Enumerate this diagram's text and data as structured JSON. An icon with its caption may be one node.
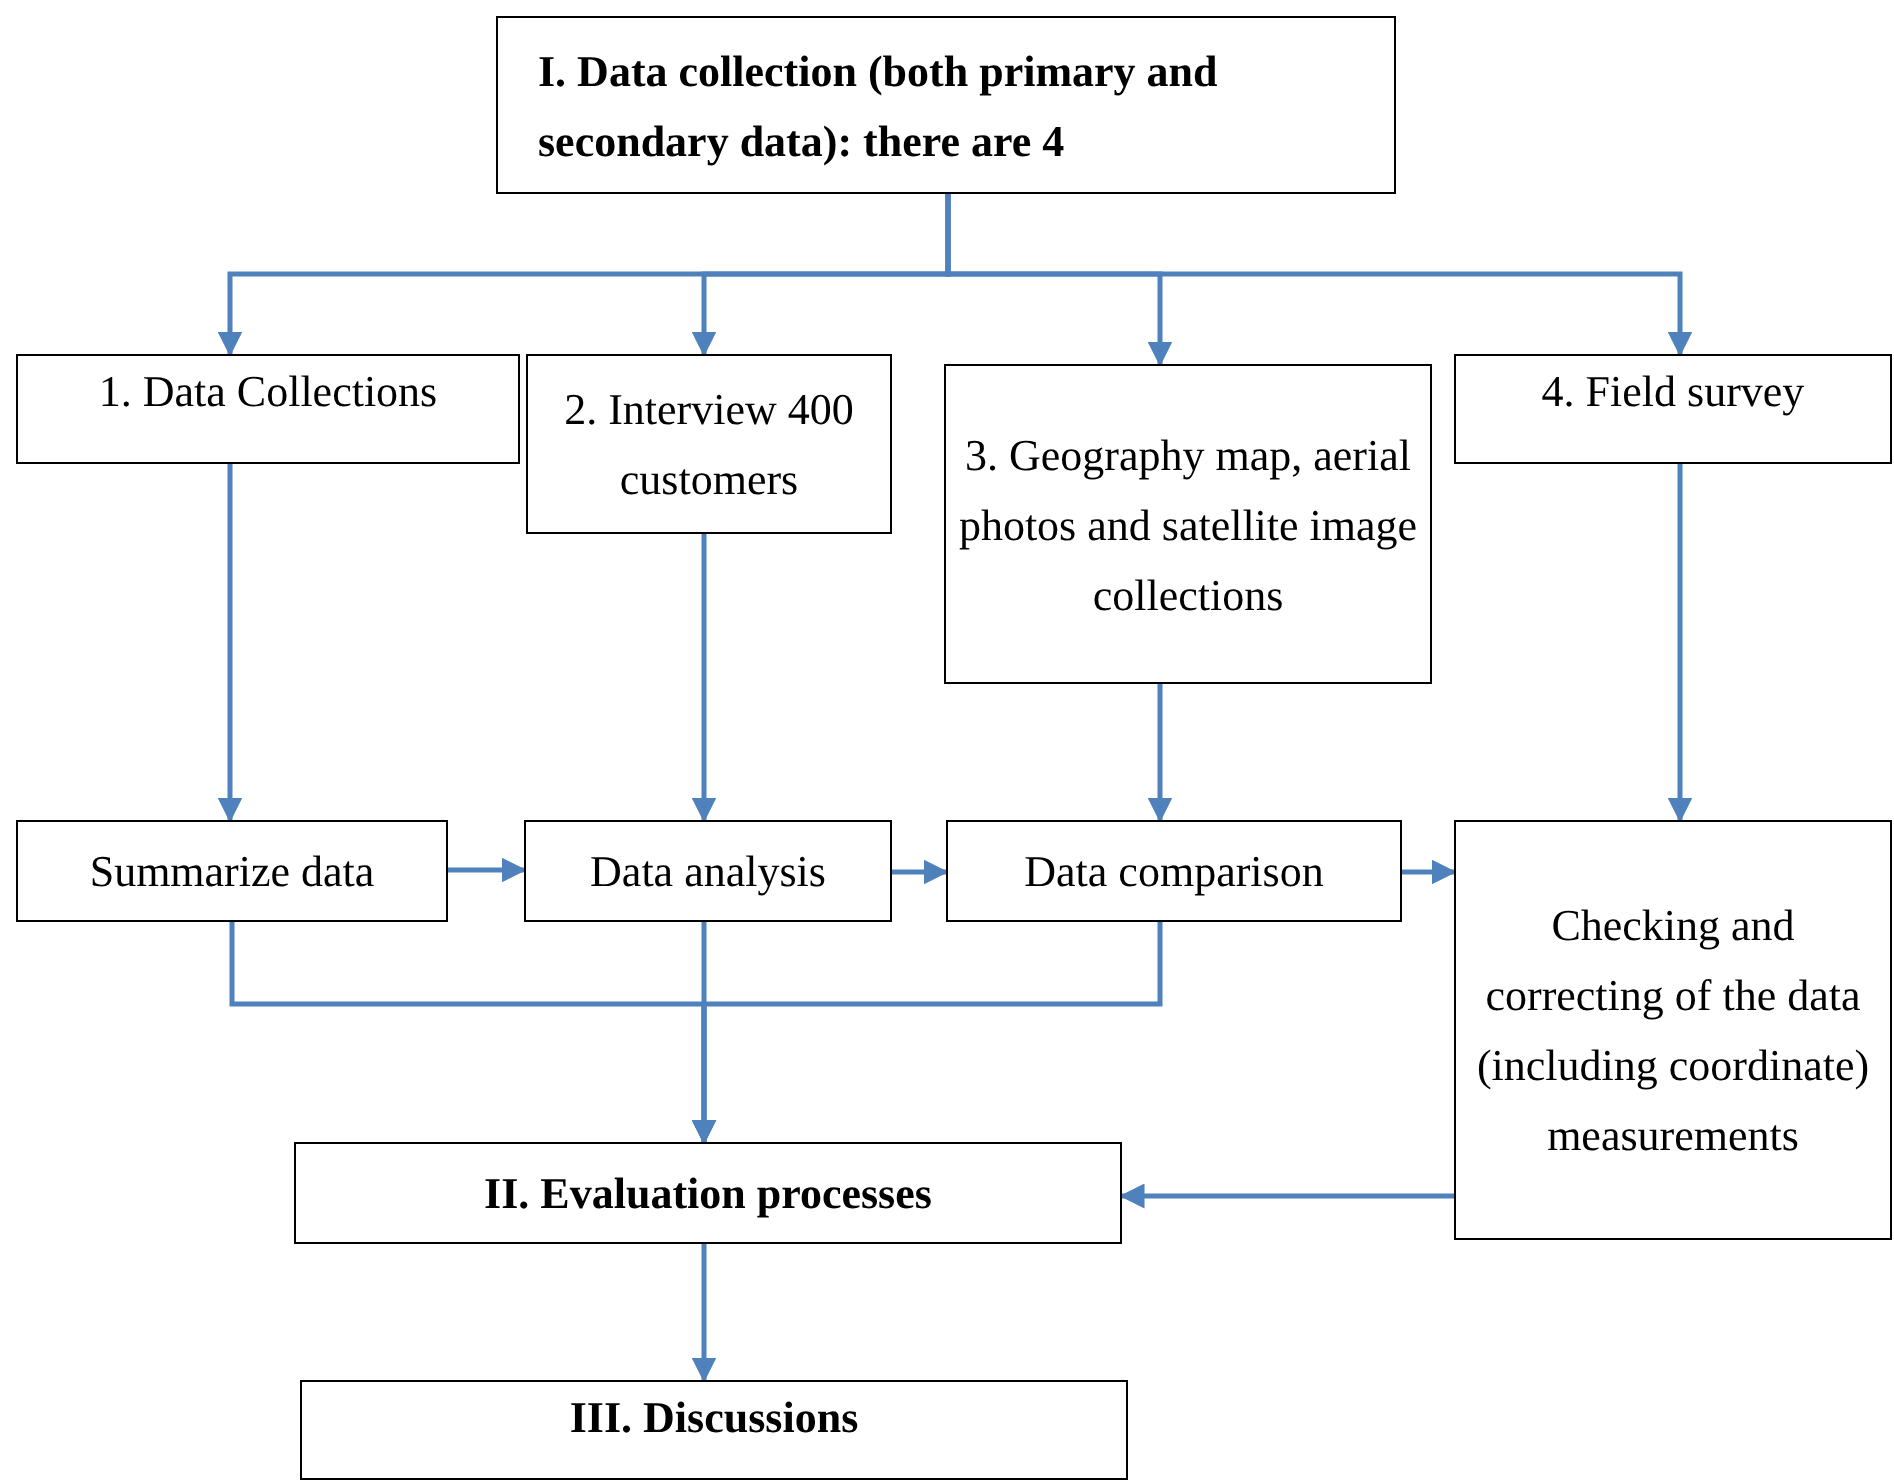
{
  "diagram": {
    "nodes": [
      {
        "text": [
          "I. Data collection (both primary and secondary data): there are 4"
        ]
      },
      {
        "text": [
          "1. Data Collections"
        ]
      },
      {
        "text": [
          "2. Interview 400 customers"
        ]
      },
      {
        "text": [
          "3. Geography map, aerial photos and satellite image collections"
        ]
      },
      {
        "text": [
          "4. Field survey"
        ]
      },
      {
        "text": [
          "Summarize data"
        ]
      },
      {
        "text": [
          "Data analysis"
        ]
      },
      {
        "text": [
          "Data comparison"
        ]
      },
      {
        "text": [
          "Checking and correcting of the data (including coordinate) measurements"
        ]
      },
      {
        "text": [
          "II. Evaluation processes"
        ]
      },
      {
        "text": [
          "III. Discussions"
        ]
      }
    ],
    "edges": [
      {
        "from": 0,
        "to": 1,
        "arrow": "to"
      },
      {
        "from": 0,
        "to": 2,
        "arrow": "to"
      },
      {
        "from": 0,
        "to": 3,
        "arrow": "to"
      },
      {
        "from": 0,
        "to": 4,
        "arrow": "to"
      },
      {
        "from": 1,
        "to": 5,
        "arrow": "to"
      },
      {
        "from": 2,
        "to": 6,
        "arrow": "to"
      },
      {
        "from": 3,
        "to": 7,
        "arrow": "to"
      },
      {
        "from": 4,
        "to": 8,
        "arrow": "to"
      },
      {
        "from": 5,
        "to": 6,
        "arrow": "to"
      },
      {
        "from": 6,
        "to": 7,
        "arrow": "to"
      },
      {
        "from": 7,
        "to": 8,
        "arrow": "to"
      },
      {
        "from": 5,
        "to": 9,
        "arrow": "to"
      },
      {
        "from": 6,
        "to": 9,
        "arrow": "to"
      },
      {
        "from": 7,
        "to": 9,
        "arrow": "to"
      },
      {
        "from": 8,
        "to": 9,
        "arrow": "to"
      },
      {
        "from": 9,
        "to": 10,
        "arrow": "to"
      }
    ]
  }
}
